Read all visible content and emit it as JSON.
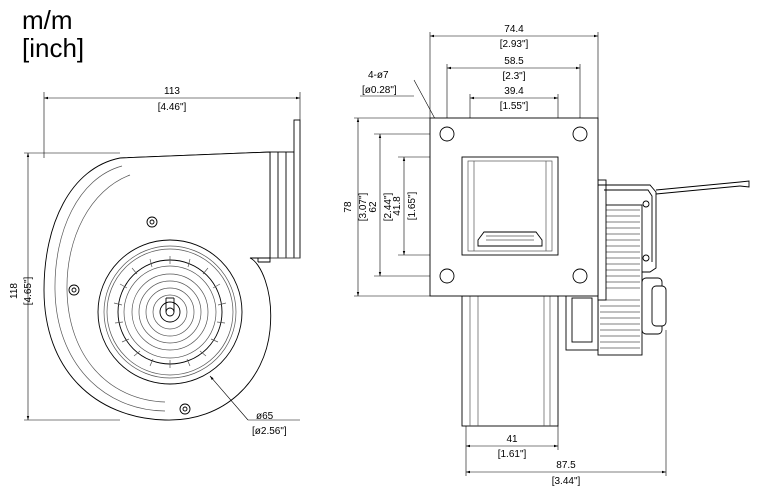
{
  "units": {
    "metric": "m/m",
    "imperial": "[inch]"
  },
  "side_view": {
    "width_mm": "113",
    "width_in": "[4.46\"]",
    "height_mm": "118",
    "height_in": "[4.65\"]",
    "inlet_mm": "ø65",
    "inlet_in": "[ø2.56\"]"
  },
  "front_view": {
    "holes_mm": "4-ø7",
    "holes_in": "[ø0.28\"]",
    "flange_w_mm": "74.4",
    "flange_w_in": "[2.93\"]",
    "hole_pitch_w_mm": "58.5",
    "hole_pitch_w_in": "[2.3\"]",
    "outlet_w_mm": "39.4",
    "outlet_w_in": "[1.55\"]",
    "flange_h_mm": "78",
    "flange_h_in": "[3.07\"]",
    "hole_pitch_h_mm": "62",
    "hole_pitch_h_in": "[2.44\"]",
    "outlet_h_mm": "41.8",
    "outlet_h_in": "[1.65\"]",
    "housing_depth_mm": "41",
    "housing_depth_in": "[1.61\"]",
    "total_depth_mm": "87.5",
    "total_depth_in": "[3.44\"]"
  }
}
